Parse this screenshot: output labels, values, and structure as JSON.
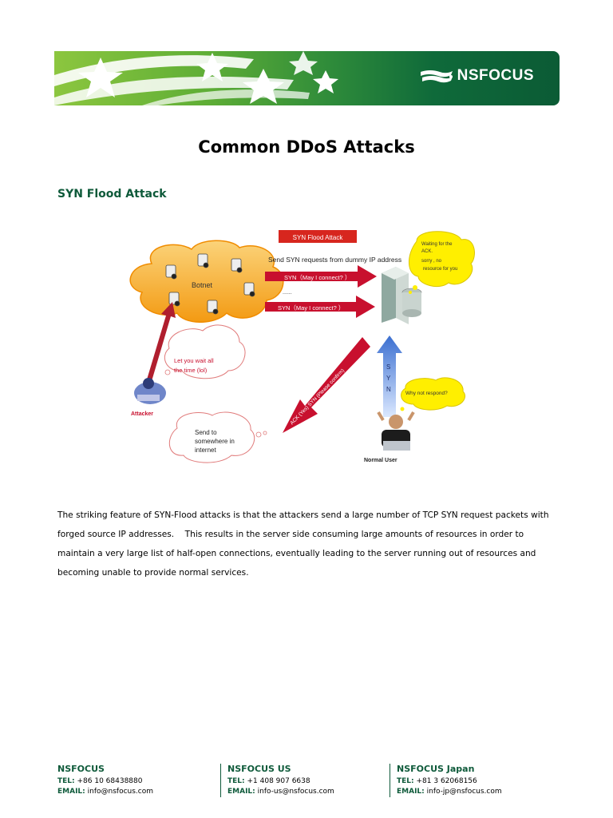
{
  "header": {
    "brand": "NSFOCUS"
  },
  "document": {
    "title": "Common DDoS Attacks",
    "section_title": "SYN Flood Attack",
    "paragraph": "The striking feature of SYN-Flood attacks is that the attackers send a large number of TCP SYN request packets with forged source IP addresses.    This results in the server side consuming large amounts of resources in order to maintain a very large list of half-open connections, eventually leading to the server running out of resources and becoming unable to provide normal services."
  },
  "diagram": {
    "banner": "SYN Flood Attack",
    "send_label": "Send SYN requests from dummy IP address",
    "botnet_label": "Botnet",
    "arrow1": "SYN（May I connect? ）",
    "arrow2": "SYN（May I connect? ）",
    "dots": "......",
    "server_bubble": [
      "Waiting  for the",
      "ACK.",
      "sorry , no",
      "resource  for you"
    ],
    "attacker_bubble": [
      "Let you wait all",
      "the time (lol)"
    ],
    "attacker_label": "Attacker",
    "internet_bubble": [
      "Send to",
      "somewhere in",
      "internet"
    ],
    "ack_label": "ACK (Yes) SYN (Please confirm)",
    "syn_vertical": "SYN",
    "user_bubble": "Why not  respond?",
    "user_label": "Normal User"
  },
  "footer": [
    {
      "name": "NSFOCUS",
      "tel_label": "TEL:",
      "tel": "+86 10 68438880",
      "email_label": "EMAIL:",
      "email": "info@nsfocus.com"
    },
    {
      "name": "NSFOCUS US",
      "tel_label": "TEL:",
      "tel": "+1 408 907 6638",
      "email_label": "EMAIL:",
      "email": "info-us@nsfocus.com"
    },
    {
      "name": "NSFOCUS Japan",
      "tel_label": "TEL:",
      "tel": "+81 3 62068156",
      "email_label": "EMAIL:",
      "email": "info-jp@nsfocus.com"
    }
  ],
  "colors": {
    "brand_green": "#0e5a3a",
    "arrow_red": "#c8102e",
    "cloud_orange": "#f7a21b",
    "bubble_yellow": "#ffef00"
  }
}
